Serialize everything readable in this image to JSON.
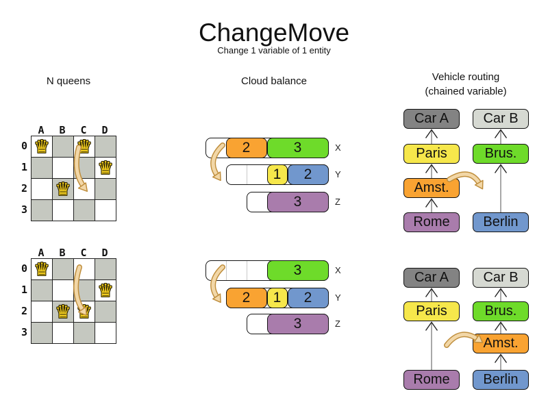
{
  "title": "ChangeMove",
  "subtitle": "Change 1 variable of 1 entity",
  "icons": {
    "queen": "♛",
    "move_arrow": "curved-tan-arrow",
    "chain_link": "up-chevron-arrow"
  },
  "colors": {
    "orange": "#f9a332",
    "green": "#6edb2a",
    "yellow": "#f6e74b",
    "blue": "#7197cd",
    "purple": "#a97cac",
    "car_a_gray": "#838383",
    "car_b_gray": "#d6d9d2",
    "board_gray": "#c5c8c0",
    "queen_gold": "#f2cd1f",
    "move_arrow_fill": "#f2d7a7",
    "move_arrow_outline": "#bf8e3d"
  },
  "nqueens": {
    "header": "N queens",
    "col_labels": [
      "A",
      "B",
      "C",
      "D"
    ],
    "row_labels": [
      "0",
      "1",
      "2",
      "3"
    ],
    "before": {
      "queens": [
        "A0",
        "C0",
        "D1",
        "B2"
      ],
      "move_from": "C0",
      "move_to": "C2"
    },
    "after": {
      "queens": [
        "A0",
        "D1",
        "B2",
        "C2"
      ],
      "move_from": "C0",
      "move_to": "C2"
    }
  },
  "cloud": {
    "header": "Cloud balance",
    "rows_before": [
      {
        "label": "X",
        "capacity_units": 6,
        "blocks": [
          {
            "value": "2",
            "color": "orange",
            "units": 2
          },
          {
            "value": "3",
            "color": "green",
            "units": 3
          }
        ]
      },
      {
        "label": "Y",
        "capacity_units": 5,
        "blocks": [
          {
            "value": "1",
            "color": "yellow",
            "units": 1
          },
          {
            "value": "2",
            "color": "blue",
            "units": 2
          }
        ]
      },
      {
        "label": "Z",
        "capacity_units": 4,
        "blocks": [
          {
            "value": "3",
            "color": "purple",
            "units": 3
          }
        ]
      }
    ],
    "rows_after": [
      {
        "label": "X",
        "capacity_units": 6,
        "blocks": [
          {
            "value": "3",
            "color": "green",
            "units": 3
          }
        ]
      },
      {
        "label": "Y",
        "capacity_units": 5,
        "blocks": [
          {
            "value": "2",
            "color": "orange",
            "units": 2
          },
          {
            "value": "1",
            "color": "yellow",
            "units": 1
          },
          {
            "value": "2",
            "color": "blue",
            "units": 2
          }
        ]
      },
      {
        "label": "Z",
        "capacity_units": 4,
        "blocks": [
          {
            "value": "3",
            "color": "purple",
            "units": 3
          }
        ]
      }
    ]
  },
  "vehicle": {
    "header": "Vehicle routing",
    "header2": "(chained variable)",
    "before": {
      "chain_a": [
        "Rome",
        "Amst.",
        "Paris",
        "Car A"
      ],
      "chain_b": [
        "Berlin",
        "Brus.",
        "Car B"
      ]
    },
    "after": {
      "chain_a": [
        "Rome",
        "Paris",
        "Car A"
      ],
      "chain_b": [
        "Berlin",
        "Amst.",
        "Brus.",
        "Car B"
      ]
    }
  }
}
